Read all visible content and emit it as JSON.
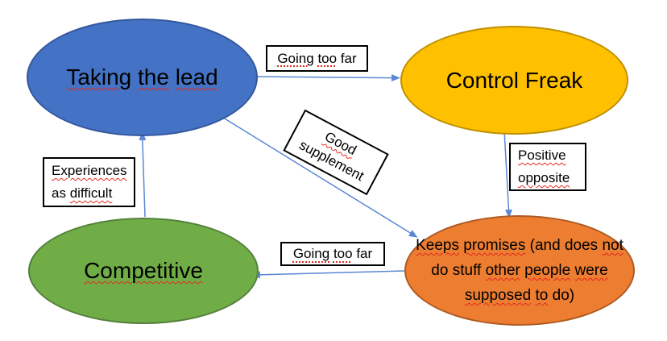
{
  "diagram": {
    "nodes": {
      "taking_the_lead": {
        "label": "Taking the lead",
        "fill": "#4472c4",
        "stroke": "#35579d"
      },
      "control_freak": {
        "label": "Control Freak",
        "fill": "#ffc000",
        "stroke": "#bf9000"
      },
      "competitive": {
        "label": "Competitive",
        "fill": "#70ad47",
        "stroke": "#54803a"
      },
      "keeps_promises": {
        "label_lines": [
          "Keeps promises (and does not",
          "do stuff other people were",
          "supposed to do)"
        ],
        "fill": "#ed7d31",
        "stroke": "#ae5a21"
      }
    },
    "labels": {
      "going_too_far_top": "Going too far",
      "good_supplement": [
        "Good",
        "supplement"
      ],
      "experiences_as_difficult": [
        "Experiences",
        "as difficult"
      ],
      "positive_opposite": [
        "Positive",
        "opposite"
      ],
      "going_too_far_bottom": "Going too far"
    },
    "edges": [
      {
        "from": "Taking the lead",
        "to": "Control Freak",
        "label": "Going too far"
      },
      {
        "from": "Control Freak",
        "to": "Keeps promises",
        "label": "Positive opposite"
      },
      {
        "from": "Taking the lead",
        "to": "Keeps promises",
        "label": "Good supplement"
      },
      {
        "from": "Keeps promises",
        "to": "Competitive",
        "label": "Going too far"
      },
      {
        "from": "Competitive",
        "to": "Taking the lead",
        "label": "Experiences as difficult"
      }
    ],
    "colors": {
      "arrow": "#5b87d5",
      "box_border": "#000000",
      "spellcheck_red": "#e02b20",
      "text": "#000000",
      "background": "#ffffff"
    },
    "spellcheck": {
      "wavy_words": [
        "Taking",
        "the",
        "lead",
        "Competitive",
        "Keeps",
        "promises",
        "not",
        "other",
        "people",
        "were",
        "supposed",
        "to",
        "Good",
        "Experiences",
        "difficult",
        "Positive",
        "opposite"
      ],
      "dotted_words": [
        "Going",
        "too"
      ]
    }
  }
}
